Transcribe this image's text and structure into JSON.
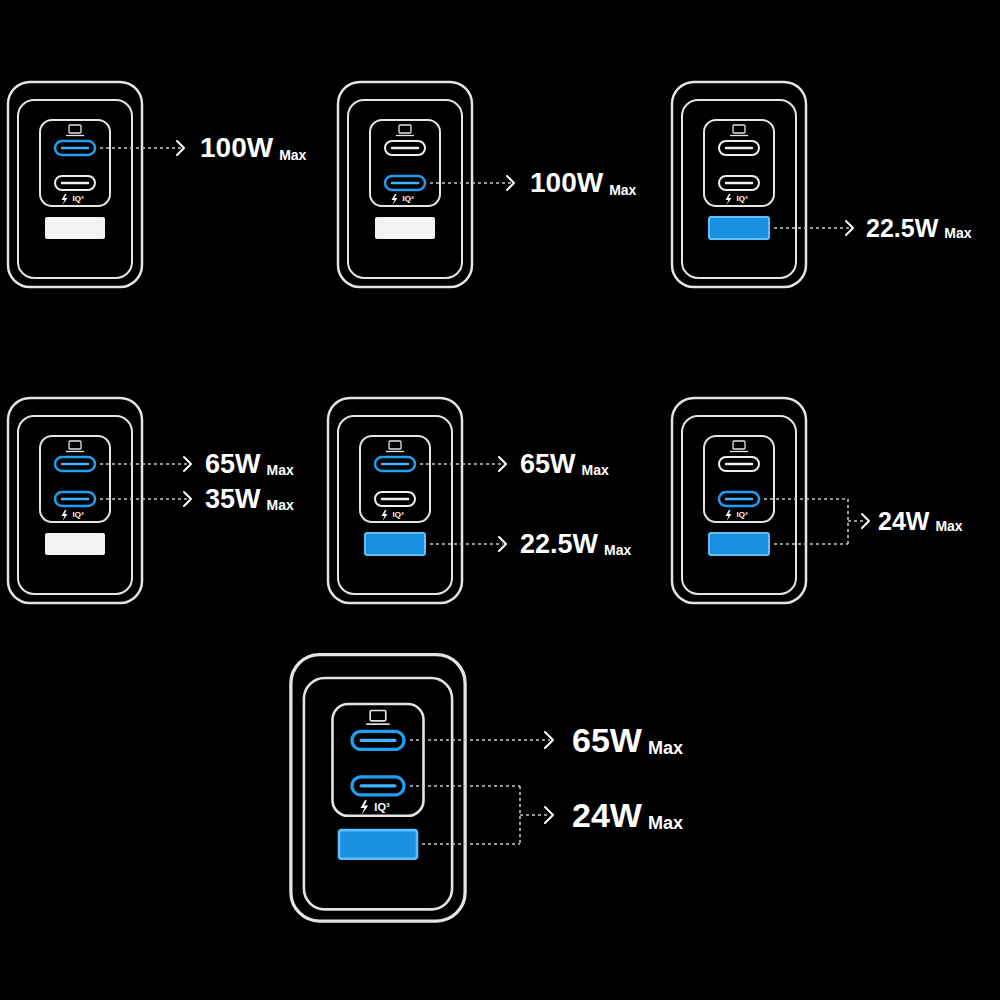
{
  "diagram": {
    "labels": [
      "IQ³",
      "100W",
      "Max",
      "IQ³",
      "100W",
      "Max",
      "IQ³",
      "22.5W",
      "Max",
      "IQ³",
      "65W",
      "Max",
      "35W",
      "Max",
      "IQ³",
      "65W",
      "Max",
      "22.5W",
      "Max",
      "IQ³",
      "24W",
      "Max",
      "IQ³",
      "65W",
      "Max",
      "24W",
      "Max"
    ]
  }
}
